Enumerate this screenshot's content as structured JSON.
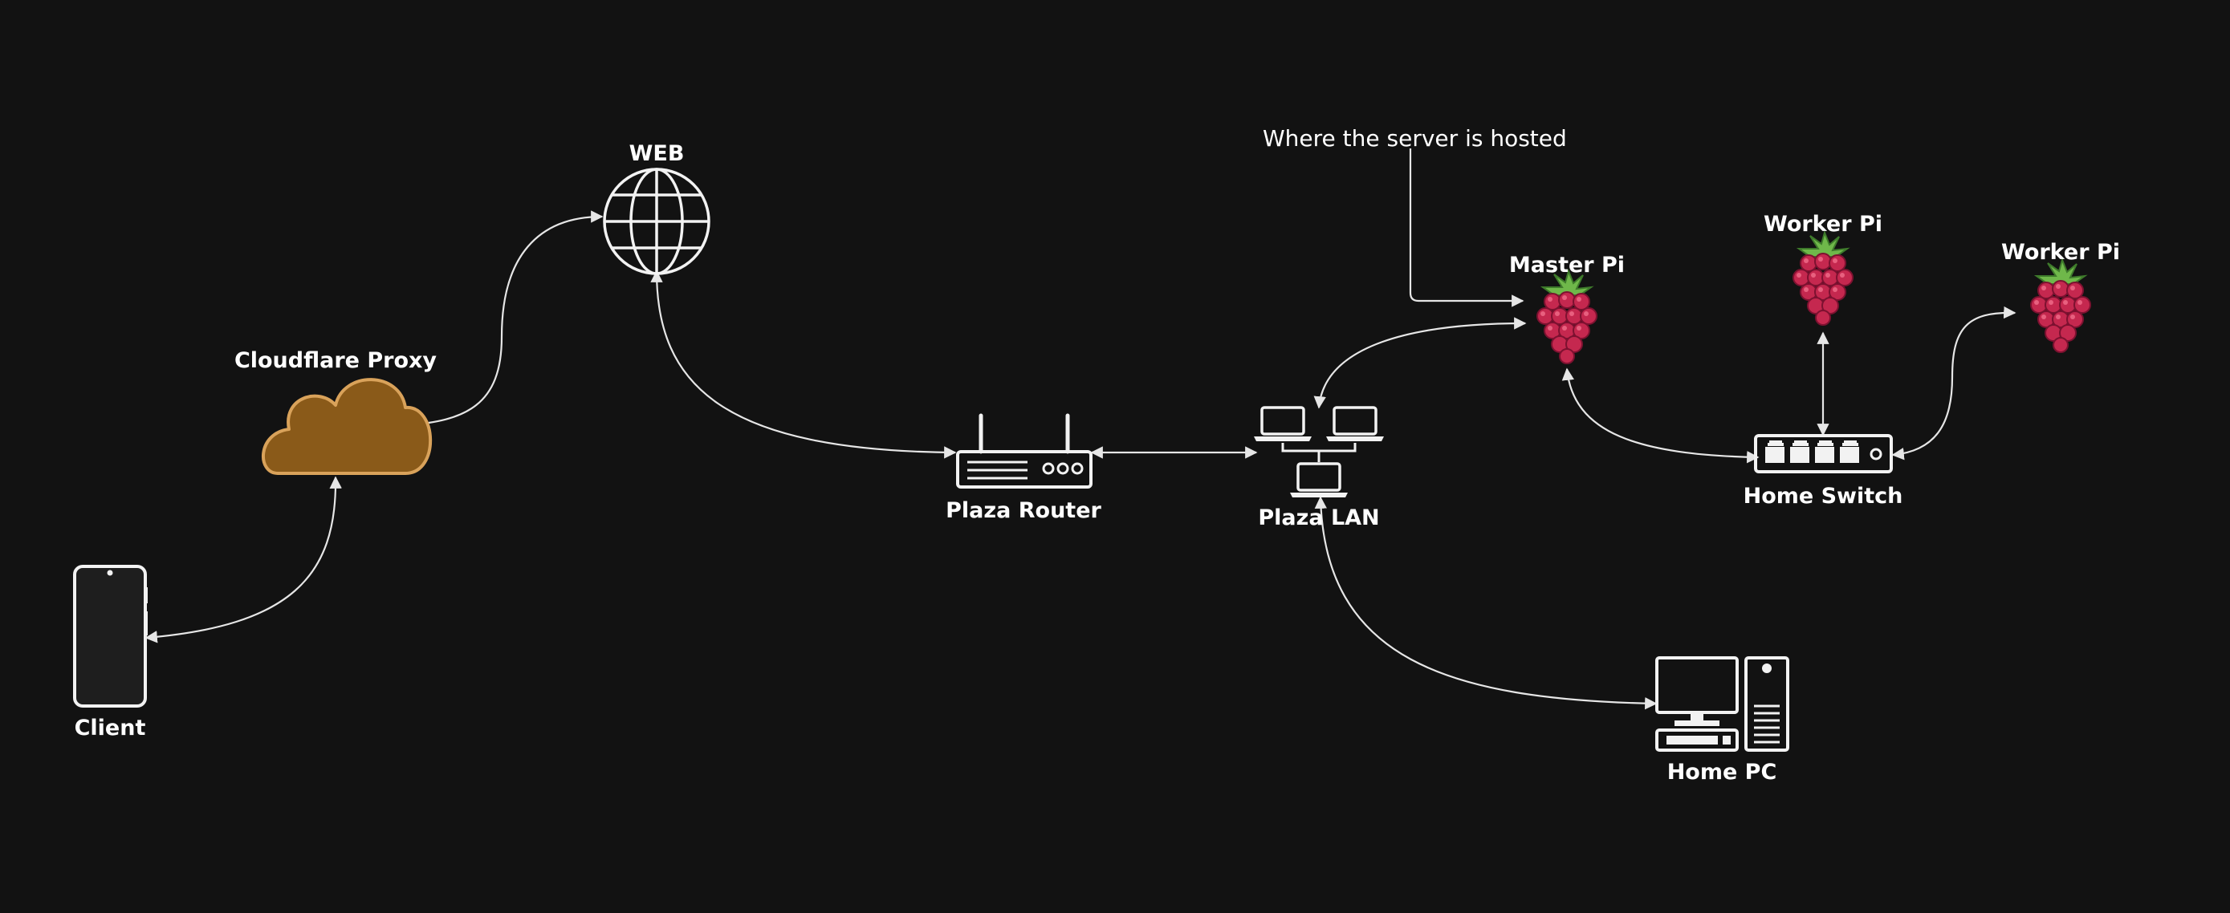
{
  "diagram": {
    "annotation": "Where the server is hosted",
    "nodes": [
      {
        "id": "client",
        "label": "Client",
        "icon": "smartphone-icon"
      },
      {
        "id": "cloudflare",
        "label": "Cloudflare Proxy",
        "icon": "cloud-icon"
      },
      {
        "id": "web",
        "label": "WEB",
        "icon": "globe-icon"
      },
      {
        "id": "router",
        "label": "Plaza Router",
        "icon": "router-icon"
      },
      {
        "id": "lan",
        "label": "Plaza LAN",
        "icon": "network-icon"
      },
      {
        "id": "master",
        "label": "Master Pi",
        "icon": "raspberry-pi-icon"
      },
      {
        "id": "worker1",
        "label": "Worker Pi",
        "icon": "raspberry-pi-icon"
      },
      {
        "id": "worker2",
        "label": "Worker Pi",
        "icon": "raspberry-pi-icon"
      },
      {
        "id": "switch",
        "label": "Home Switch",
        "icon": "switch-icon"
      },
      {
        "id": "homepc",
        "label": "Home PC",
        "icon": "desktop-computer-icon"
      }
    ],
    "edges": [
      {
        "from": "client",
        "to": "cloudflare",
        "bidirectional": true
      },
      {
        "from": "cloudflare",
        "to": "web",
        "bidirectional": true
      },
      {
        "from": "web",
        "to": "router",
        "bidirectional": true
      },
      {
        "from": "router",
        "to": "lan",
        "bidirectional": true
      },
      {
        "from": "lan",
        "to": "master",
        "bidirectional": true
      },
      {
        "from": "lan",
        "to": "homepc",
        "bidirectional": true
      },
      {
        "from": "master",
        "to": "switch",
        "bidirectional": true
      },
      {
        "from": "switch",
        "to": "worker1",
        "bidirectional": true
      },
      {
        "from": "switch",
        "to": "worker2",
        "bidirectional": true
      },
      {
        "from": "annotation",
        "to": "master",
        "bidirectional": false
      }
    ],
    "colors": {
      "background": "#121212",
      "foreground": "#f2f2f2",
      "cloud_fill": "#8a5a19",
      "cloud_stroke": "#d9a25a",
      "raspberry": "#c5284f",
      "leaf": "#6fb84a"
    }
  }
}
